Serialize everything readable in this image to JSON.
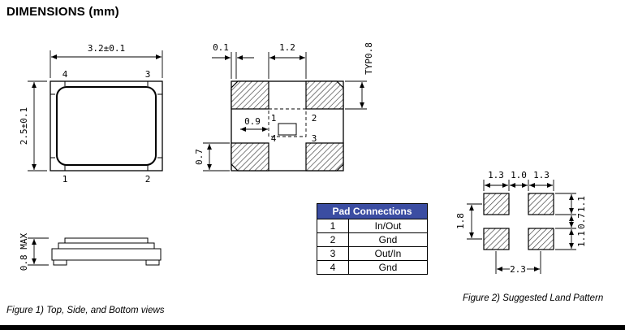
{
  "title": "DIMENSIONS (mm)",
  "captions": {
    "fig1": "Figure 1) Top, Side, and Bottom views",
    "fig2": "Figure 2) Suggested Land Pattern"
  },
  "top_view": {
    "dim_width": "3.2±0.1",
    "dim_height": "2.5±0.1",
    "pin_top_left": "4",
    "pin_top_right": "3",
    "pin_bottom_left": "1",
    "pin_bottom_right": "2"
  },
  "side_view": {
    "dim_height": "0.8 MAX"
  },
  "bottom_view": {
    "dim_edge_gap": "0.1",
    "dim_pad_pitch": "1.2",
    "dim_pad_height": "TYP0.8",
    "dim_center": "0.9",
    "dim_lower_pad": "0.7",
    "pin_top_left": "1",
    "pin_top_right": "2",
    "pin_bottom_left": "4",
    "pin_bottom_right": "3"
  },
  "pad_table": {
    "header": "Pad Connections",
    "rows": [
      {
        "pad": "1",
        "conn": "In/Out"
      },
      {
        "pad": "2",
        "conn": "Gnd"
      },
      {
        "pad": "3",
        "conn": "Out/In"
      },
      {
        "pad": "4",
        "conn": "Gnd"
      }
    ]
  },
  "land_pattern": {
    "dim_pad_w_left": "1.3",
    "dim_gap": "1.0",
    "dim_pad_w_right": "1.3",
    "dim_pad_h_top": "1.1",
    "dim_v_gap": "0.7",
    "dim_pad_h_bottom": "1.1",
    "dim_v_pitch": "1.8",
    "dim_h_pitch": "2.3"
  },
  "colors": {
    "table_header_bg": "#3B4DA2",
    "line": "#000000"
  }
}
